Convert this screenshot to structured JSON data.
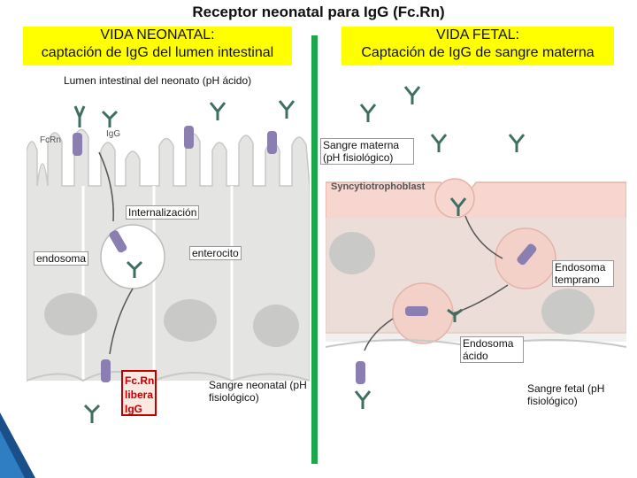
{
  "title": "Receptor neonatal para IgG (Fc.Rn)",
  "neonatal": {
    "header_line1": "VIDA NEONATAL:",
    "header_line2": "captación de IgG del lumen intestinal",
    "lumen": "Lumen intestinal del neonato (pH ácido)",
    "fcrn": "FcRn",
    "igg": "IgG",
    "internalizacion": "Internalización",
    "endosoma": "endosoma",
    "enterocito": "enterocito",
    "fcrn_libera_1": "Fc.Rn",
    "fcrn_libera_2": "libera",
    "fcrn_libera_3": "IgG",
    "sangre": "Sangre neonatal (pH fisiológico)"
  },
  "fetal": {
    "header_line1": "VIDA FETAL:",
    "header_line2": "Captación de IgG de sangre materna",
    "sangre_materna": "Sangre materna (pH fisiológico)",
    "syncytio": "Syncytiotrophoblast",
    "endosoma_temprano": "Endosoma temprano",
    "endosoma_acido": "Endosoma ácido",
    "sangre_fetal": "Sangre fetal (pH fisiológico)"
  },
  "colors": {
    "header_bg": "#ffff00",
    "divider": "#1aa84a",
    "cell_fill": "#e4e4e2",
    "placenta_fill": "#f6d6cf",
    "receptor": "#8a7fb0",
    "antibody": "#3f6e62"
  }
}
